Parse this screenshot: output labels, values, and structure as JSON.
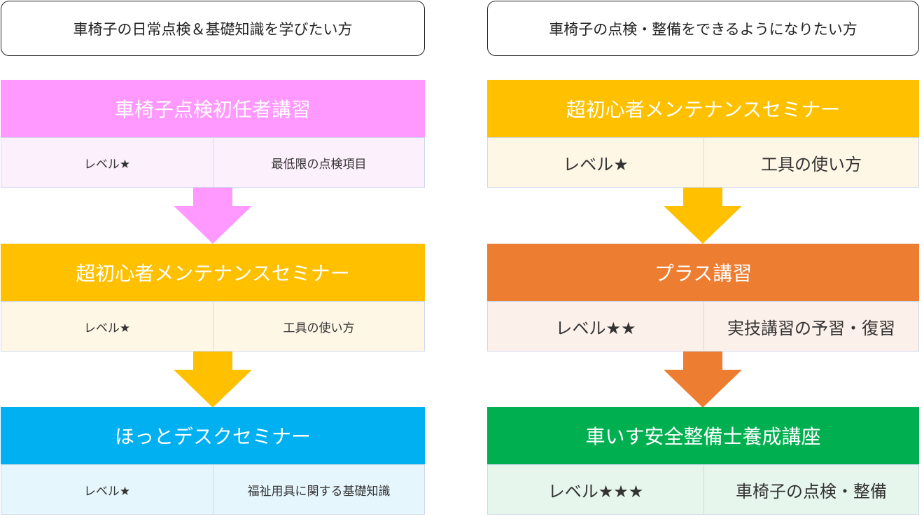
{
  "columns": [
    {
      "header": "車椅子の日常点検＆基礎知識を学びたい方",
      "courses": [
        {
          "title": "車椅子点検初任者講習",
          "level": "レベル★",
          "topic": "最低限の点検項目",
          "color": "#FF99FF",
          "bg": "#FDF0FD"
        },
        {
          "title": "超初心者メンテナンスセミナー",
          "level": "レベル★",
          "topic": "工具の使い方",
          "color": "#FFC000",
          "bg": "#FFF7E6"
        },
        {
          "title": "ほっとデスクセミナー",
          "level": "レベル★",
          "topic": "福祉用具に関する基礎知識",
          "color": "#00B0F0",
          "bg": "#E6F6FD"
        }
      ]
    },
    {
      "header": "車椅子の点検・整備をできるようになりたい方",
      "courses": [
        {
          "title": "超初心者メンテナンスセミナー",
          "level": "レベル★",
          "topic": "工具の使い方",
          "color": "#FFC000",
          "bg": "#FFF7E6"
        },
        {
          "title": "プラス講習",
          "level": "レベル★★",
          "topic": "実技講習の予習・復習",
          "color": "#ED7D31",
          "bg": "#FCF0EA"
        },
        {
          "title": "車いす安全整備士養成講座",
          "level": "レベル★★★",
          "topic": "車椅子の点検・整備",
          "color": "#00B050",
          "bg": "#E6F6EC"
        }
      ]
    }
  ]
}
